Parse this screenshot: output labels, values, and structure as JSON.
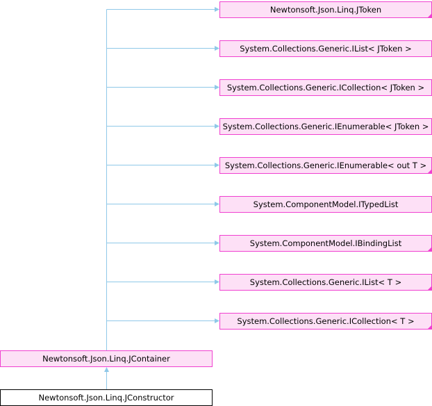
{
  "bases": [
    {
      "label": "Newtonsoft.Json.Linq.JToken",
      "documented": true
    },
    {
      "label": "System.Collections.Generic.IList< JToken >",
      "documented": false
    },
    {
      "label": "System.Collections.Generic.ICollection< JToken >",
      "documented": false
    },
    {
      "label": "System.Collections.Generic.IEnumerable< JToken >",
      "documented": false
    },
    {
      "label": "System.Collections.Generic.IEnumerable< out T >",
      "documented": true
    },
    {
      "label": "System.ComponentModel.ITypedList",
      "documented": false
    },
    {
      "label": "System.ComponentModel.IBindingList",
      "documented": true
    },
    {
      "label": "System.Collections.Generic.IList< T >",
      "documented": true
    },
    {
      "label": "System.Collections.Generic.ICollection< T >",
      "documented": true
    }
  ],
  "parent": {
    "label": "Newtonsoft.Json.Linq.JContainer"
  },
  "self": {
    "label": "Newtonsoft.Json.Linq.JConstructor"
  },
  "colors": {
    "edge": "#8fc8e8",
    "box_border": "#f040d0",
    "box_fill": "#fde0f6"
  }
}
